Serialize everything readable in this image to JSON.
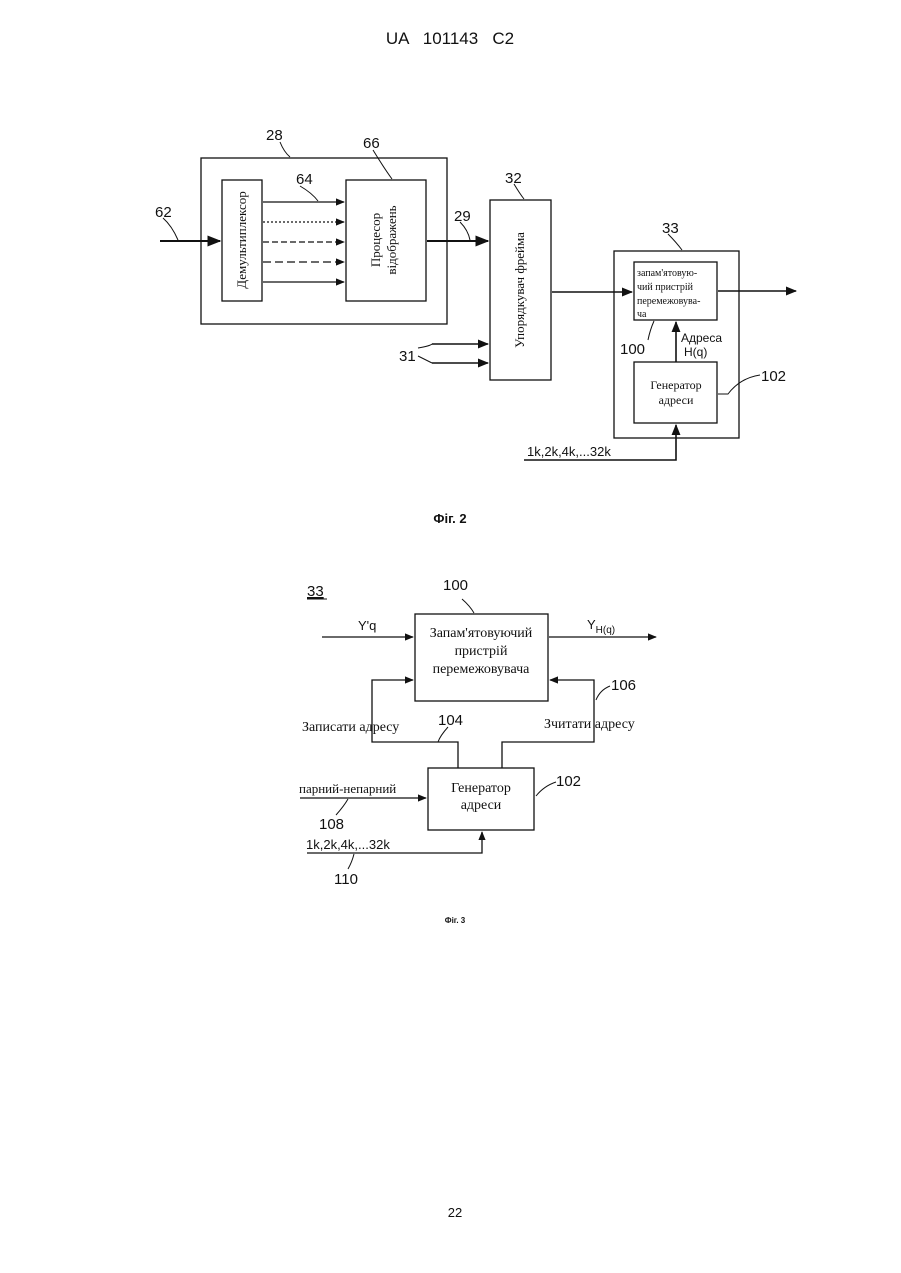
{
  "header": {
    "patent": "UA   101143   C2"
  },
  "fig2": {
    "caption": "Фіг. 2",
    "refs": {
      "r28": "28",
      "r66": "66",
      "r64": "64",
      "r62": "62",
      "r29": "29",
      "r32": "32",
      "r33": "33",
      "r31": "31",
      "r100": "100",
      "r102": "102"
    },
    "demux": "Демультиплексор",
    "processor": [
      "Процесор",
      "відображень"
    ],
    "frame_builder": "Упорядкувач фрейма",
    "memory": [
      "запам'ятовую-",
      "чий пристрій",
      "перемежовува-",
      "ча"
    ],
    "address_label": [
      "Адреса",
      "H(q)"
    ],
    "generator": [
      "Генератор",
      "адреси"
    ],
    "mode_input": "1k,2k,4k,...32k"
  },
  "fig3": {
    "caption": "Фіг. 3",
    "ref33": "33",
    "ref100": "100",
    "input_label": "Y'q",
    "output_label_main": "Y",
    "output_label_sub": "H(q)",
    "memory": [
      "Запам'ятовуючий",
      "пристрій",
      "перемежовувача"
    ],
    "ref106": "106",
    "ref104": "104",
    "write_address": "Записати адресу",
    "read_address": "Зчитати адресу",
    "generator": [
      "Генератор",
      "адреси"
    ],
    "ref102": "102",
    "odd_even": "парний-непарний",
    "ref108": "108",
    "mode_input": "1k,2k,4k,...32k",
    "ref110": "110"
  },
  "footer": {
    "page_number": "22"
  }
}
